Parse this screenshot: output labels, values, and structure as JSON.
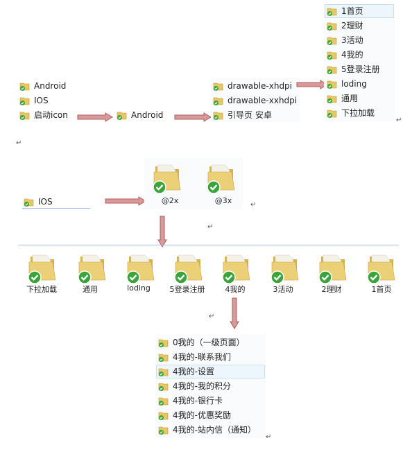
{
  "colors": {
    "arrow": "#b45a5a",
    "arrow_fill": "#d79a9a",
    "folder": "#e8c766",
    "check": "#3aa43a",
    "selection": "#eef6fd"
  },
  "icons": {
    "folder": "folder-icon",
    "check": "check-icon",
    "paragraph_mark": "↵"
  },
  "group1": [
    "Android",
    "IOS",
    "启动icon"
  ],
  "group2": [
    "Android"
  ],
  "group3": [
    "drawable-xhdpi",
    "drawable-xxhdpi",
    "引导页 安卓"
  ],
  "group4": [
    "1首页",
    "2理财",
    "3活动",
    "4我的",
    "5登录注册",
    "loding",
    "通用",
    "下拉加载"
  ],
  "ios_item": "IOS",
  "retina_folders": [
    "@2x",
    "@3x"
  ],
  "row_folders": [
    "下拉加载",
    "通用",
    "loding",
    "5登录注册",
    "4我的",
    "3活动",
    "2理财",
    "1首页"
  ],
  "bottom_list": [
    "0我的（一级页面）",
    "4我的-联系我们",
    "4我的-设置",
    "4我的-我的积分",
    "4我的-银行卡",
    "4我的-优惠奖励",
    "4我的-站内信（通知）"
  ]
}
